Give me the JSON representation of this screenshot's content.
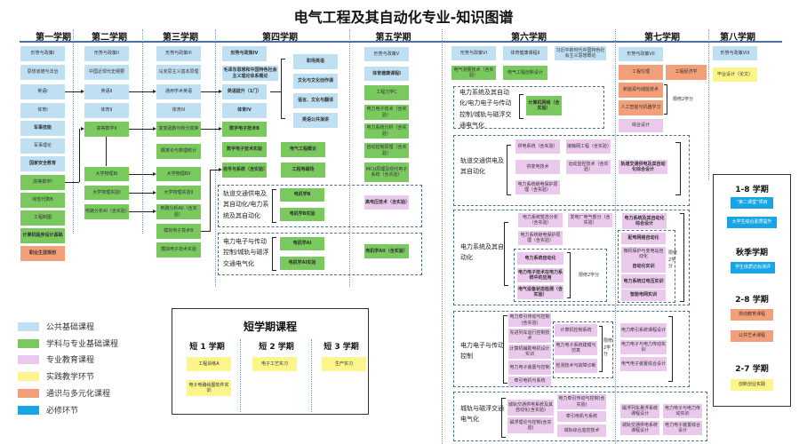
{
  "title": "电气工程及其自动化专业-知识图谱",
  "semesters": [
    "第一学期",
    "第二学期",
    "第三学期",
    "第四学期",
    "第五学期",
    "第六学期",
    "第七学期",
    "第八学期"
  ],
  "s1": [
    "形势与政策I",
    "思想道德与法治",
    "英语I",
    "体育I",
    "军事技能",
    "军事理论",
    "国家安全教育",
    "高等数学I",
    "线性代数B",
    "工程制图",
    "计算机程序设计基础",
    "职业生涯规划"
  ],
  "s2": [
    "形势与政策II",
    "中国近现代史纲要",
    "英语II",
    "体育II",
    "高等数学II",
    "大学物理BI",
    "大学物理实验I",
    "电路分析AI（含实验）"
  ],
  "s3": [
    "形势与政策III",
    "马克思主义基本原理",
    "通用学术英语",
    "体育III",
    "复变函数与积分变换",
    "概率论与数理统计",
    "大学物理BII",
    "大学物理实验II",
    "电路分析AII（含实验）",
    "模拟电子技术B",
    "模拟电子技术实验"
  ],
  "s4": {
    "col": [
      "形势与政策IV",
      "毛泽东思想和中国特色社会主义理论体系概论",
      "英语提升（1门）",
      "体育IV",
      "数字电子技术B",
      "数字电子技术实验",
      "信号与系统（含实验）"
    ],
    "english": [
      "职场英语",
      "文化与文化创作课",
      "语言、文化与翻译",
      "英语公共演讲"
    ],
    "extra": [
      "电气工程概论",
      "工程电磁场"
    ]
  },
  "s5": [
    "形势与政策V",
    "体育健康课程I",
    "工程力学C",
    "电力电子技术（含实验）",
    "电力系统分析（含实验）",
    "自动控制原理（含实验）",
    "MCU原理及现代电子系统（含实验）"
  ],
  "track45": {
    "rail": {
      "label": "轨道交通供电及其自动化/电力系统及其自动化",
      "courses": [
        "电机学B",
        "电机学B实验"
      ],
      "s5": "高电压技术（含实验）"
    },
    "drive": {
      "label": "电力电子与传动控制/城轨与磁浮交通电气化",
      "courses": [
        "电机学AI",
        "电机学AI实验"
      ],
      "s5": "电机学AII（含实验）"
    }
  },
  "s6": {
    "top": [
      "形势与政策VI",
      "体育健康课程II",
      "习近平新时代中国特色社会主义思想概论"
    ],
    "green": [
      "电气测量技术（含实验）",
      "电气工程创新设计"
    ],
    "common": {
      "label": "电力系统及其自动化/电力电子与传动控制/城轨与磁浮交通电气化",
      "course": "计算机网络（含实验）"
    }
  },
  "rail_track": {
    "label": "轨道交通供电及其自动化",
    "courses": [
      "供电系统（含实验）",
      "接触网工程（含实验）",
      "供变电技术",
      "远动监控技术（含实验）",
      "电力系统继电保护原理（含实验）"
    ],
    "s7": "轨道交通供电及其自动化综合设计"
  },
  "power_track": {
    "label": "电力系统及其自动化",
    "courses": [
      "电力系统暂态分析（含实验）",
      "发电厂电气部分（含实验）",
      "电力系统继电保护原理（含实验）"
    ],
    "elective": [
      "电力系统自动化",
      "电力电子技术在电力系统中的应用",
      "电气设备状态检测（含实验）"
    ],
    "elective_note": "限修2学分",
    "s7_design": "电力系统及其自动化综合设计",
    "s7_elective": [
      "配电网络自动化",
      "微机保护与变电站自动化",
      "自动化实训",
      "电力系统过电压实训",
      "智能电网实训"
    ],
    "s7_note": "限修2学分"
  },
  "pe_track": {
    "label": "电力电子与传动控制",
    "courses": [
      "电力牵引传动与控制(含实验)",
      "先进列车运行控制技术",
      "计算机辅助电机设计实训",
      "电力电子装置与控制",
      "牵引电机与系统"
    ],
    "elective": [
      "计算机控制系统",
      "电力电子系统建模与仿真",
      "检测技术与故障诊断"
    ],
    "elective_note": "限修2学分",
    "s7": [
      "电力牵引系统课程设计",
      "电力电子与电力传动实训",
      "电气电子装置综合设计"
    ]
  },
  "maglev_track": {
    "label": "城轨与磁浮交通电气化",
    "courses": [
      "城轨交通供电系统及其自动化(含实验)",
      "磁浮理论与控制(含实验)",
      "电力牵引传动与控制(含实验)",
      "牵引电机与系统",
      "城轨综合监控技术"
    ],
    "s7": [
      "磁浮列车悬浮系统课程设计",
      "电力电子与电力传动实训",
      "城轨交通供电系统课程设计",
      "电力电子装置综合设计"
    ]
  },
  "s7": {
    "col": [
      "形势与政策VII",
      "工程伦理",
      "工程经济学",
      "新能源与储能技术",
      "人工智能与机器学习",
      "综合设计"
    ],
    "note": "限修2学分"
  },
  "s8": [
    "形势与政策VIII",
    "毕业设计（论文）"
  ],
  "legend": [
    {
      "label": "公共基础课程",
      "color": "#bfe0f2"
    },
    {
      "label": "学科与专业基础课程",
      "color": "#79c95f"
    },
    {
      "label": "专业教育课程",
      "color": "#ebc9ec"
    },
    {
      "label": "实践教学环节",
      "color": "#fbf58c"
    },
    {
      "label": "通识与多元化课程",
      "color": "#f3a07a"
    },
    {
      "label": "必修环节",
      "color": "#17a5e6"
    }
  ],
  "short_term": {
    "title": "短学期课程",
    "terms": [
      {
        "label": "短 1 学期",
        "courses": [
          "工程训练A",
          "电子电路绘图软件实训"
        ]
      },
      {
        "label": "短 2 学期",
        "courses": [
          "电子工艺实习"
        ]
      },
      {
        "label": "短 3 学期",
        "courses": [
          "生产实习"
        ]
      }
    ]
  },
  "side_panel": {
    "groups": [
      {
        "label": "1-8 学期",
        "items": [
          "“第二课堂”项目",
          "大学生综合素质提升"
        ]
      },
      {
        "label": "秋季学期",
        "items": [
          "学生体质达标测评"
        ]
      },
      {
        "label": "2-8 学期",
        "items": [
          "劳动教育课程",
          "公共艺术课程"
        ]
      },
      {
        "label": "2-7 学期",
        "items": [
          "创新创业实践"
        ]
      }
    ]
  }
}
